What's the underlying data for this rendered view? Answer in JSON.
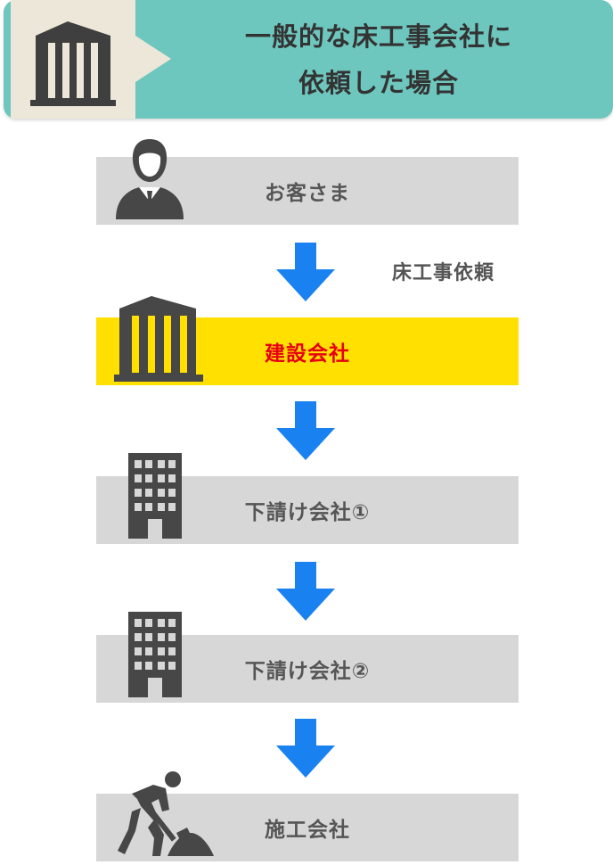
{
  "header": {
    "title_line1": "一般的な床工事会社に",
    "title_line2": "依頼した場合",
    "color": "#6ec7be"
  },
  "flow": [
    {
      "label": "お客さま",
      "icon": "businessman-icon"
    },
    {
      "label": "建設会社",
      "icon": "office-building-icon",
      "highlight": true
    },
    {
      "label": "下請け会社①",
      "icon": "apartment-building-icon"
    },
    {
      "label": "下請け会社②",
      "icon": "apartment-building-icon"
    },
    {
      "label": "施工会社",
      "icon": "worker-shoveling-icon"
    }
  ],
  "side_label": "床工事依頼",
  "colors": {
    "arrow": "#1a82f0",
    "box": "#d7d7d7",
    "highlight_box": "#ffe000",
    "highlight_text": "#e60012",
    "icon": "#474747"
  }
}
